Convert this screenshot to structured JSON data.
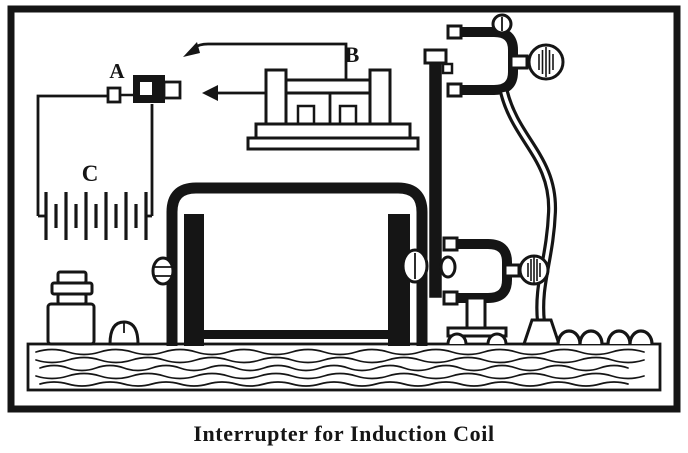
{
  "figure": {
    "caption": "Interrupter for Induction Coil",
    "parts": {
      "a": "A",
      "b": "B",
      "c": "C"
    }
  },
  "colors": {
    "ink": "#151515",
    "paper": "#ffffff"
  }
}
